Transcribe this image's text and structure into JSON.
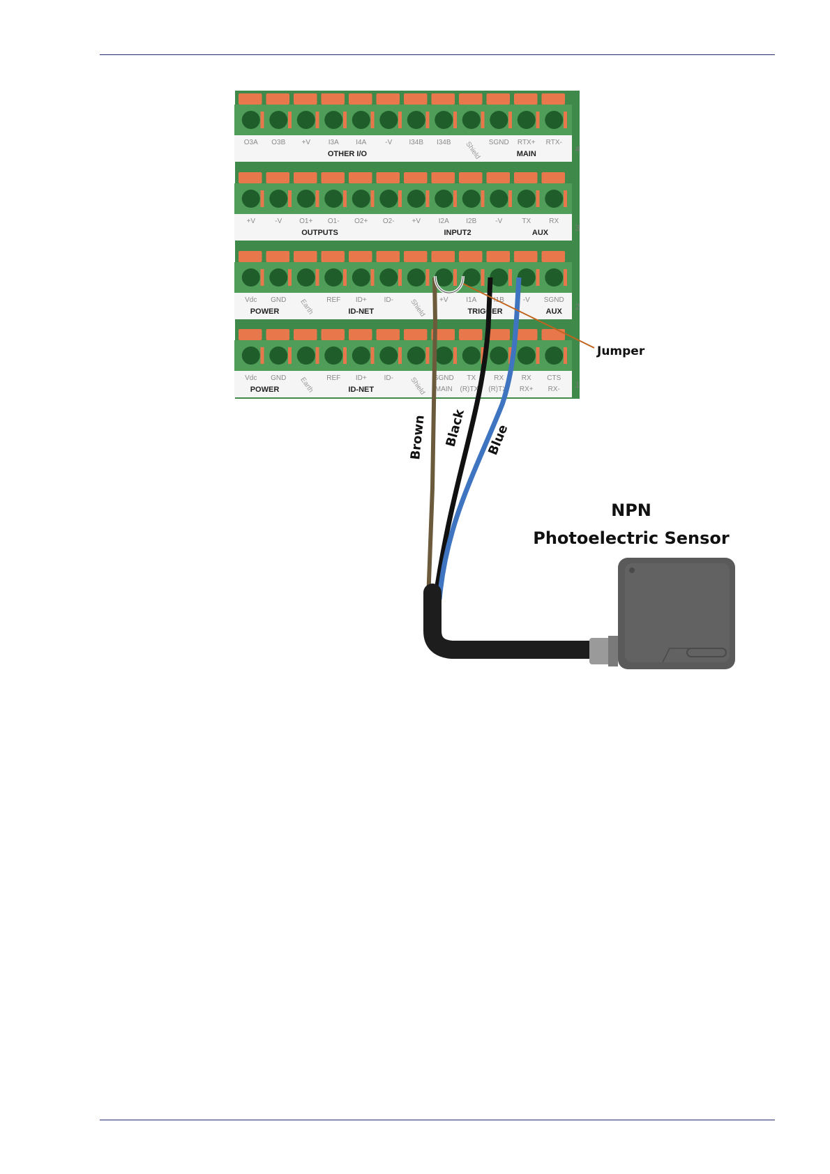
{
  "rows": [
    {
      "num": "4",
      "terminals": [
        "O3A",
        "O3B",
        "+V",
        "I3A",
        "I4A",
        "-V",
        "I34B",
        "I34B",
        "Shield",
        "SGND",
        "RTX+",
        "RTX-"
      ],
      "groups": [
        {
          "label": "OTHER I/O",
          "from": 0,
          "to": 7
        },
        {
          "label": "MAIN",
          "from": 9,
          "to": 11
        }
      ]
    },
    {
      "num": "3",
      "terminals": [
        "+V",
        "-V",
        "O1+",
        "O1-",
        "O2+",
        "O2-",
        "+V",
        "I2A",
        "I2B",
        "-V",
        "TX",
        "RX"
      ],
      "groups": [
        {
          "label": "OUTPUTS",
          "from": 0,
          "to": 5
        },
        {
          "label": "INPUT2",
          "from": 6,
          "to": 9
        },
        {
          "label": "AUX",
          "from": 10,
          "to": 11
        }
      ]
    },
    {
      "num": "2",
      "terminals": [
        "Vdc",
        "GND",
        "Earth",
        "REF",
        "ID+",
        "ID-",
        "Shield",
        "+V",
        "I1A",
        "I1B",
        "-V",
        "SGND"
      ],
      "groups": [
        {
          "label": "POWER",
          "from": 0,
          "to": 1
        },
        {
          "label": "ID-NET",
          "from": 3,
          "to": 5
        },
        {
          "label": "TRIGGER",
          "from": 7,
          "to": 10
        },
        {
          "label": "AUX",
          "from": 11,
          "to": 11
        }
      ]
    },
    {
      "num": "1",
      "terminals": [
        "Vdc",
        "GND",
        "Earth",
        "REF",
        "ID+",
        "ID-",
        "Shield",
        "SGND",
        "TX",
        "RX",
        "RX",
        "CTS"
      ],
      "terminals2": [
        "",
        "",
        "",
        "",
        "",
        "",
        "",
        "MAIN",
        "(R)TX+",
        "(R)TX-",
        "RX+",
        "RX-"
      ],
      "groups": [
        {
          "label": "POWER",
          "from": 0,
          "to": 1
        },
        {
          "label": "ID-NET",
          "from": 3,
          "to": 5
        }
      ]
    }
  ],
  "wires": [
    {
      "label": "Brown",
      "color": "#6b5a3c"
    },
    {
      "label": "Black",
      "color": "#111111"
    },
    {
      "label": "Blue",
      "color": "#3e74c0"
    }
  ],
  "jumper_label": "Jumper",
  "sensor": {
    "title_line1": "NPN",
    "title_line2": "Photoelectric Sensor"
  },
  "colors": {
    "board_green": "#4f9d58",
    "connector_orange": "#e8774b",
    "rule_navy": "#23306a",
    "jumper_line": "#c0641e"
  }
}
